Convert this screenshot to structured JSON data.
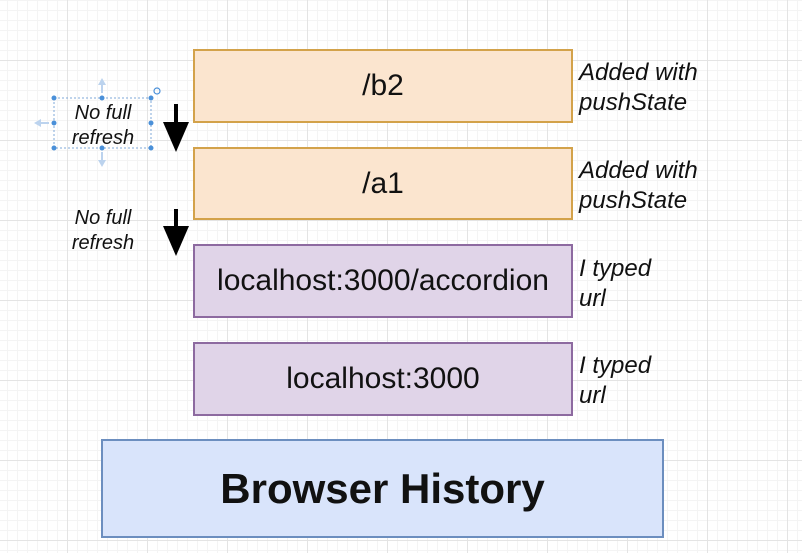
{
  "stack": [
    {
      "label": "/b2",
      "note": "Added with\npushState",
      "style": "orange"
    },
    {
      "label": "/a1",
      "note": "Added with\npushState",
      "style": "orange"
    },
    {
      "label": "localhost:3000/accordion",
      "note": "I typed\nurl",
      "style": "purple"
    },
    {
      "label": "localhost:3000",
      "note": "I typed\nurl",
      "style": "purple"
    }
  ],
  "base": {
    "label": "Browser History"
  },
  "transitions": [
    {
      "label": "No full\nrefresh"
    },
    {
      "label": "No full\nrefresh"
    }
  ],
  "colors": {
    "orange_fill": "#fbe5cf",
    "orange_stroke": "#d3a24a",
    "purple_fill": "#e0d4e8",
    "purple_stroke": "#8d6aa0",
    "blue_fill": "#d9e4fb",
    "blue_stroke": "#6c8ebf",
    "selection_handle": "#4a90d9"
  }
}
